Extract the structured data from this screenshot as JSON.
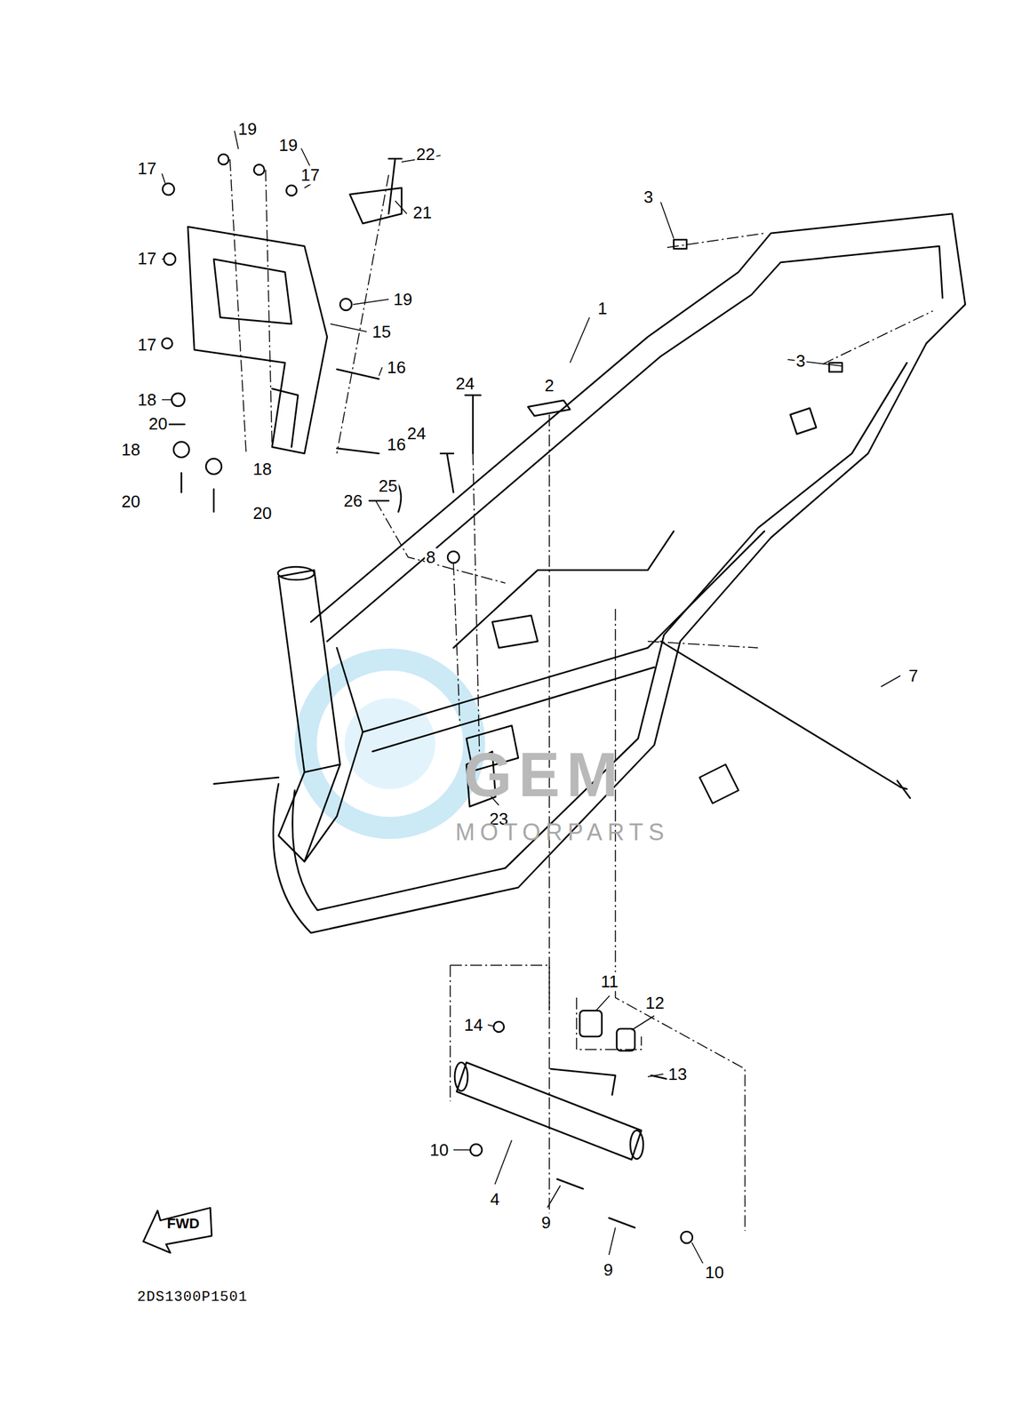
{
  "diagram": {
    "nodes": [
      {
        "text": [
          "FWD"
        ]
      }
    ],
    "labels": [
      "19",
      "19",
      "22",
      "17",
      "17",
      "21",
      "3",
      "17",
      "19",
      "1",
      "15",
      "3",
      "17",
      "16",
      "18",
      "20",
      "24",
      "2",
      "24",
      "18",
      "18",
      "16",
      "20",
      "20",
      "26",
      "25",
      "8",
      "7",
      "23",
      "11",
      "12",
      "14",
      "13",
      "10",
      "4",
      "9",
      "9",
      "10",
      "GEM",
      "MOTORPARTS",
      "2DS1300P1501"
    ]
  }
}
